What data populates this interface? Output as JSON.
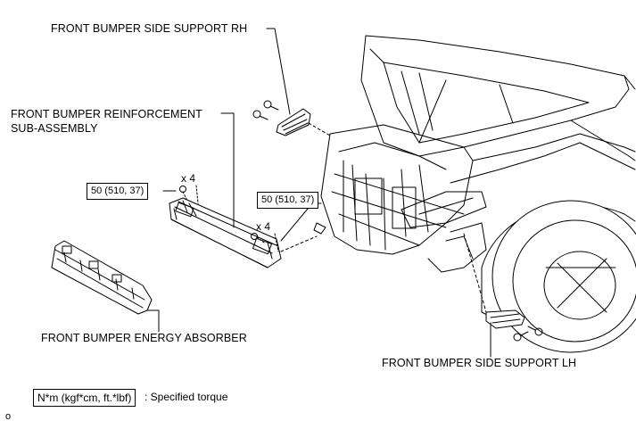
{
  "labels": {
    "support_rh": "FRONT BUMPER SIDE SUPPORT RH",
    "reinforcement_line1": "FRONT BUMPER REINFORCEMENT",
    "reinforcement_line2": "SUB-ASSEMBLY",
    "energy_absorber": "FRONT BUMPER ENERGY ABSORBER",
    "support_lh": "FRONT BUMPER SIDE SUPPORT LH"
  },
  "torque": {
    "left": "50 (510, 37)",
    "right": "50 (510, 37)"
  },
  "quantities": {
    "left": "x 4",
    "right": "x 4"
  },
  "legend": {
    "units": "N*m (kgf*cm, ft.*lbf)",
    "description": ": Specified torque"
  },
  "corner_mark": "o"
}
